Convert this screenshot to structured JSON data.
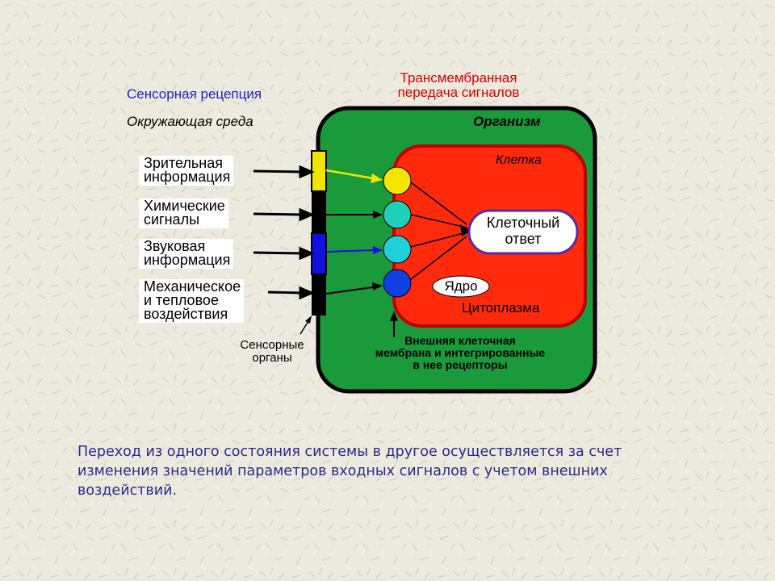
{
  "headers": {
    "sensory": "Сенсорная рецепция",
    "environment": "Окружающая среда",
    "transmembrane_line1": "Трансмембранная",
    "transmembrane_line2": "передача сигналов"
  },
  "organism": {
    "label": "Организм",
    "fill": "#1a9a3a",
    "cell": {
      "label": "Клетка",
      "fill": "#ff2a0c",
      "response": "Клеточный ответ",
      "response_line1": "Клеточный",
      "response_line2": "ответ",
      "nucleus": "Ядро",
      "cytoplasm": "Цитоплазма"
    },
    "membrane_note": {
      "line1": "Внешняя клеточная",
      "line2": "мембрана и интегрированные",
      "line3": "в нее рецепторы"
    }
  },
  "inputs": [
    {
      "line1": "Зрительная",
      "line2": "информация",
      "organ_color": "#f0e600",
      "receptor_color": "#f7e400"
    },
    {
      "line1": "Химические",
      "line2": "сигналы",
      "organ_color": "#000000",
      "receptor_color": "#20d0b8"
    },
    {
      "line1": "Звуковая",
      "line2": "информация",
      "organ_color": "#1010e0",
      "receptor_color": "#20d0d8"
    },
    {
      "line1": "Механическое",
      "line2": "и тепловое",
      "line3": "воздействия",
      "organ_color": "#000000",
      "receptor_color": "#1040e0"
    }
  ],
  "sensory_organs": {
    "line1": "Сенсорные",
    "line2": "органы"
  },
  "caption": "Переход из одного состояния системы в другое осуществляется за счет изменения значений параметров входных сигналов с учетом внешних воздействий."
}
